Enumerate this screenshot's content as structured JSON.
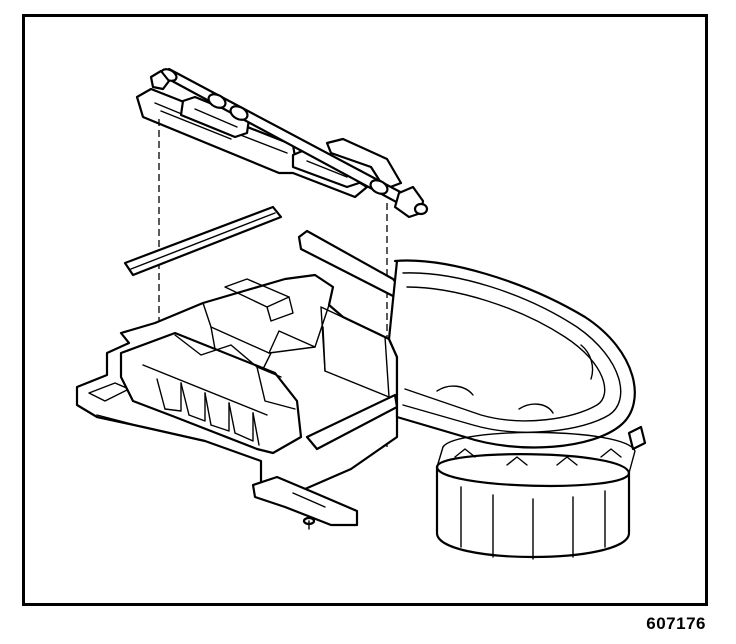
{
  "figure": {
    "id_label": "607176"
  },
  "parts": [
    {
      "name": "shaft-with-flap-door",
      "icon": "shaft-icon"
    },
    {
      "name": "seal-strip",
      "icon": "seal-icon"
    },
    {
      "name": "air-inlet-housing",
      "icon": "housing-icon"
    },
    {
      "name": "blower-motor-opening",
      "icon": "blower-icon"
    }
  ],
  "colors": {
    "line": "#000000",
    "background": "#ffffff"
  }
}
